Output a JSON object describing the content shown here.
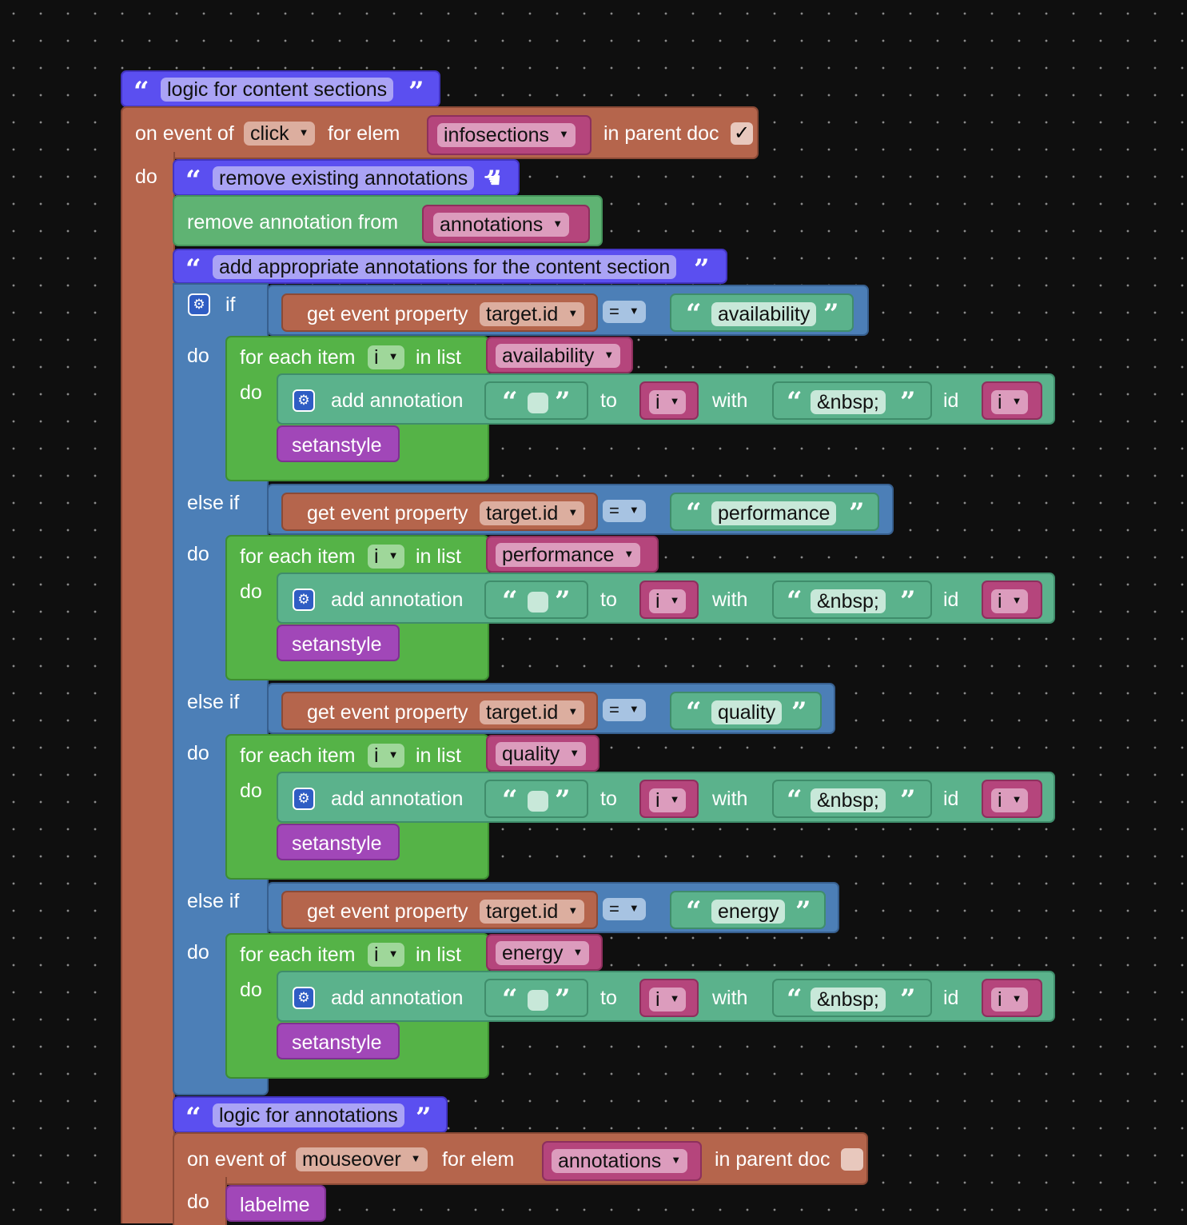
{
  "comments": {
    "c1": "logic for content sections",
    "c2": "remove existing annotations",
    "c3": "add appropriate annotations for the content section",
    "c4": "logic for annotations"
  },
  "event1": {
    "on_event_of": "on event of",
    "event": "click",
    "for_elem": "for elem",
    "elem": "infosections",
    "in_parent_doc": "in parent doc",
    "checked_glyph": "✓",
    "do": "do"
  },
  "remove": {
    "label": "remove annotation from",
    "target": "annotations"
  },
  "if_block": {
    "if": "if",
    "else_if": "else if",
    "do": "do"
  },
  "compare": {
    "get_event_property": "get event property",
    "property": "target.id",
    "op": "="
  },
  "quote": {
    "open": "“",
    "close": "”"
  },
  "foreach": {
    "for_each_item": "for each item",
    "var": "i",
    "in_list": "in list",
    "do": "do"
  },
  "annot": {
    "add_annotation": "add annotation",
    "to": "to",
    "with": "with",
    "with_value": "&nbsp;",
    "id": "id",
    "var": "i"
  },
  "setanstyle": "setanstyle",
  "sections": [
    {
      "string": "availability",
      "list": "availability"
    },
    {
      "string": "performance",
      "list": "performance"
    },
    {
      "string": "quality",
      "list": "quality"
    },
    {
      "string": "energy",
      "list": "energy"
    }
  ],
  "event2": {
    "on_event_of": "on event of",
    "event": "mouseover",
    "for_elem": "for elem",
    "elem": "annotations",
    "in_parent_doc": "in parent doc",
    "do": "do",
    "action": "labelme"
  },
  "dropdown_glyph": "▼"
}
